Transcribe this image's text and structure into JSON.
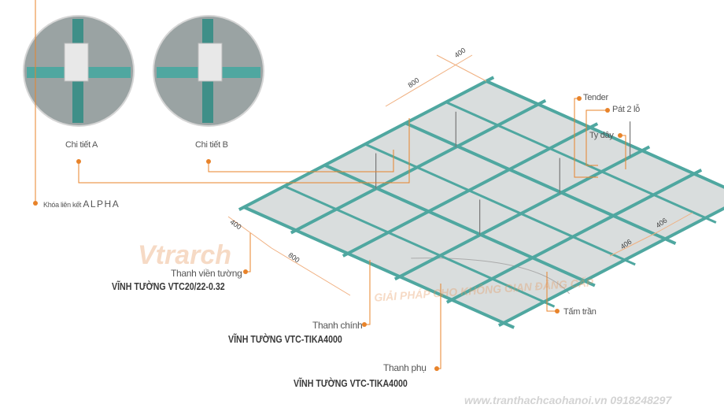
{
  "details": [
    {
      "label": "Chi tiết A"
    },
    {
      "label": "Chi tiết B"
    }
  ],
  "callouts": {
    "alpha_lock": "Khóa liên kết",
    "alpha_brand": "ALPHA",
    "tender": "Tender",
    "pat": "Pát 2 lỗ",
    "ty_day": "Ty dây",
    "tam_tran": "Tấm trần",
    "wall_bar": "Thanh viền tường",
    "wall_bar_product": "VĨNH TƯỜNG VTC20/22-0.32",
    "main_bar": "Thanh chính",
    "main_bar_product": "VĨNH TƯỜNG VTC-TIKA4000",
    "cross_bar": "Thanh phụ",
    "cross_bar_product": "VĨNH TƯỜNG VTC-TIKA4000"
  },
  "dimensions": {
    "top_short": "400",
    "top_long": "800",
    "left_short": "400",
    "left_long": "800",
    "right_a": "406",
    "right_b": "406"
  },
  "watermarks": {
    "logo": "Vtrarch",
    "slogan": "GIẢI PHÁP CHO KHÔNG GIAN ĐẲNG CẤP",
    "site": "www.tranthachcaohanoi.vn 0918248297"
  },
  "colors": {
    "accent": "#e8832a",
    "bar": "#4fa7a0",
    "panel": "#d9dddd"
  }
}
